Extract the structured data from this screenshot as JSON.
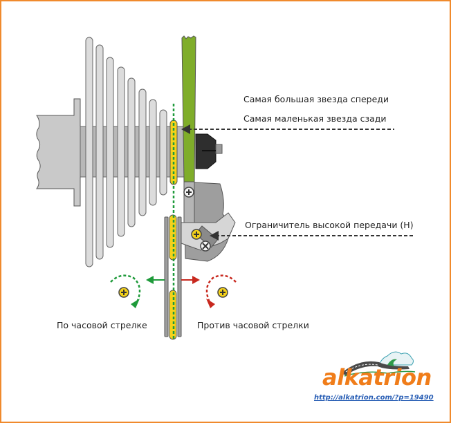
{
  "labels": {
    "largest_front": "Самая большая звезда спереди",
    "smallest_rear": "Самая маленькая звезда сзади",
    "high_limiter": "Ограничитель высокой передачи (H)",
    "clockwise": "По часовой стрелке",
    "counterclockwise": "Против часовой стрелки"
  },
  "logo": {
    "brand": "alkatrion",
    "url": "http://alkatrion.com/?p=19490"
  },
  "colors": {
    "frame": "#f08a2c",
    "chain_green": "#7fad2a",
    "chain_yellow": "#f5d21a",
    "guide_green": "#1e9a3a",
    "arrow_green": "#1e9a3a",
    "arrow_red": "#c8281e",
    "sprocket_fill": "#d9d9d9",
    "hub_fill": "#c4c4c4",
    "body_dark": "#a0a0a0",
    "logo_orange": "#f07d1a",
    "link_blue": "#2a5fb5"
  },
  "cassette": {
    "sprocket_count": 8
  }
}
